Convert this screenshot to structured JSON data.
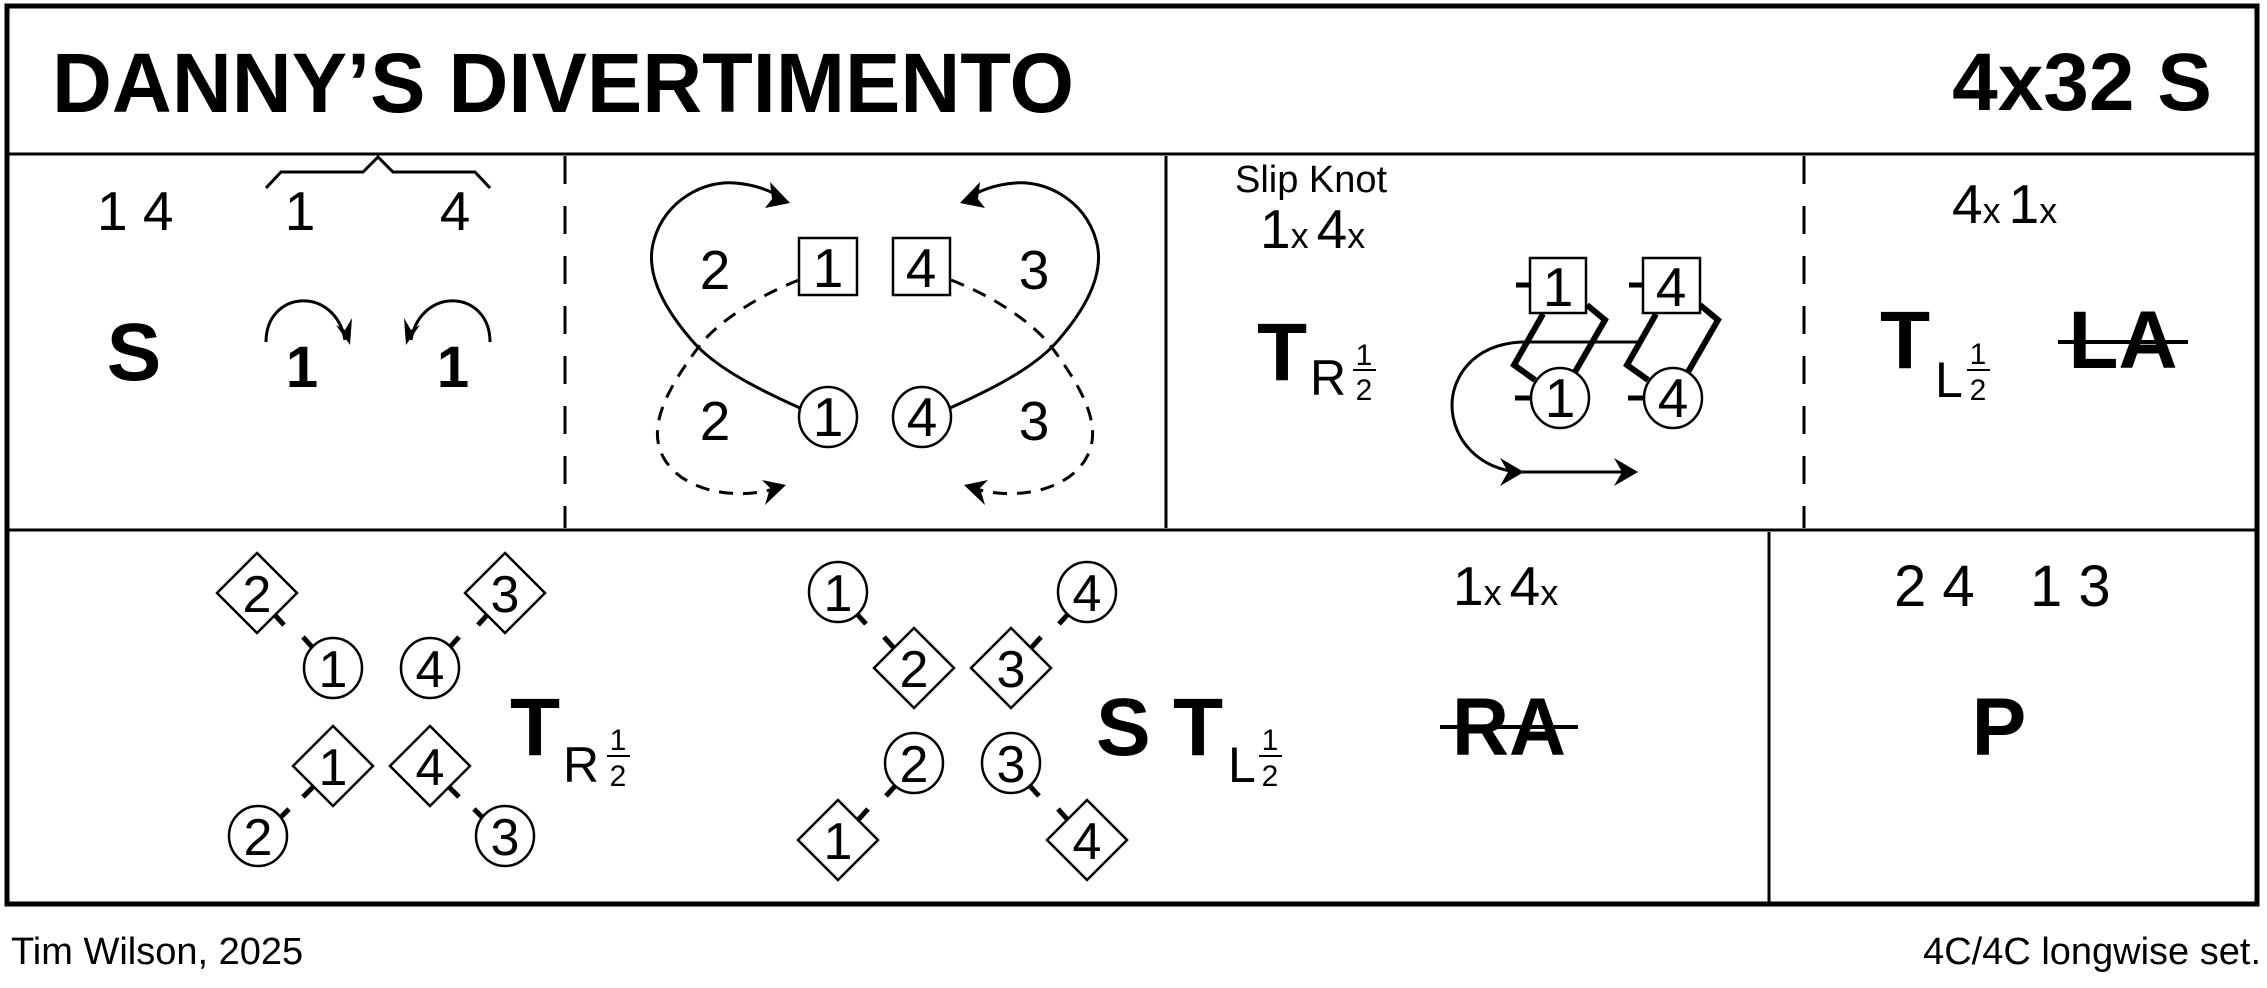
{
  "header": {
    "title": "DANNY’S DIVERTIMENTO",
    "formation": "4x32 S"
  },
  "footer": {
    "author": "Tim Wilson, 2025",
    "set": "4C/4C longwise set."
  },
  "row1": {
    "panel1": {
      "couples_left": "1 4",
      "brace_left": "1",
      "brace_right": "4",
      "figure": "S",
      "turn_left_label": "1",
      "turn_right_label": "1"
    },
    "panel2": {
      "top_left_dancer": "2",
      "top_box_1": "1",
      "top_box_4": "4",
      "top_right_dancer": "3",
      "bottom_left_dancer": "2",
      "bottom_circle_1": "1",
      "bottom_circle_4": "4",
      "bottom_right_dancer": "3"
    },
    "panel3": {
      "caption": "Slip Knot",
      "couples": [
        {
          "num": "1",
          "sub": "x"
        },
        {
          "num": "4",
          "sub": "x"
        }
      ],
      "figure": "T",
      "figure_sub": "R",
      "fraction_num": "1",
      "fraction_den": "2",
      "box_1": "1",
      "box_4": "4",
      "circle_1": "1",
      "circle_4": "4"
    },
    "panel4": {
      "couples": [
        {
          "num": "4",
          "sub": "x"
        },
        {
          "num": "1",
          "sub": "x"
        }
      ],
      "figure": "T",
      "figure_sub": "L",
      "fraction_num": "1",
      "fraction_den": "2",
      "struck_figure": "LA"
    }
  },
  "row2": {
    "panel1": {
      "diamond_top_left": "2",
      "diamond_top_right": "3",
      "circle_mid_left": "1",
      "circle_mid_right": "4",
      "diamond_mid_left": "1",
      "diamond_mid_right": "4",
      "circle_bottom_left": "2",
      "circle_bottom_right": "3",
      "figure": "T",
      "figure_sub": "R",
      "fraction_num": "1",
      "fraction_den": "2"
    },
    "panel2": {
      "circle_top_left": "1",
      "circle_top_right": "4",
      "diamond_mid_left": "2",
      "diamond_mid_right": "3",
      "circle_mid_left": "2",
      "circle_mid_right": "3",
      "diamond_bottom_left": "1",
      "diamond_bottom_right": "4",
      "figure_1": "S",
      "figure_2": "T",
      "figure_sub": "L",
      "fraction_num": "1",
      "fraction_den": "2",
      "couples": [
        {
          "num": "1",
          "sub": "x"
        },
        {
          "num": "4",
          "sub": "x"
        }
      ],
      "struck_figure": "RA"
    },
    "panel3": {
      "couples_left": "2 4",
      "couples_right": "1 3",
      "figure": "P"
    }
  }
}
